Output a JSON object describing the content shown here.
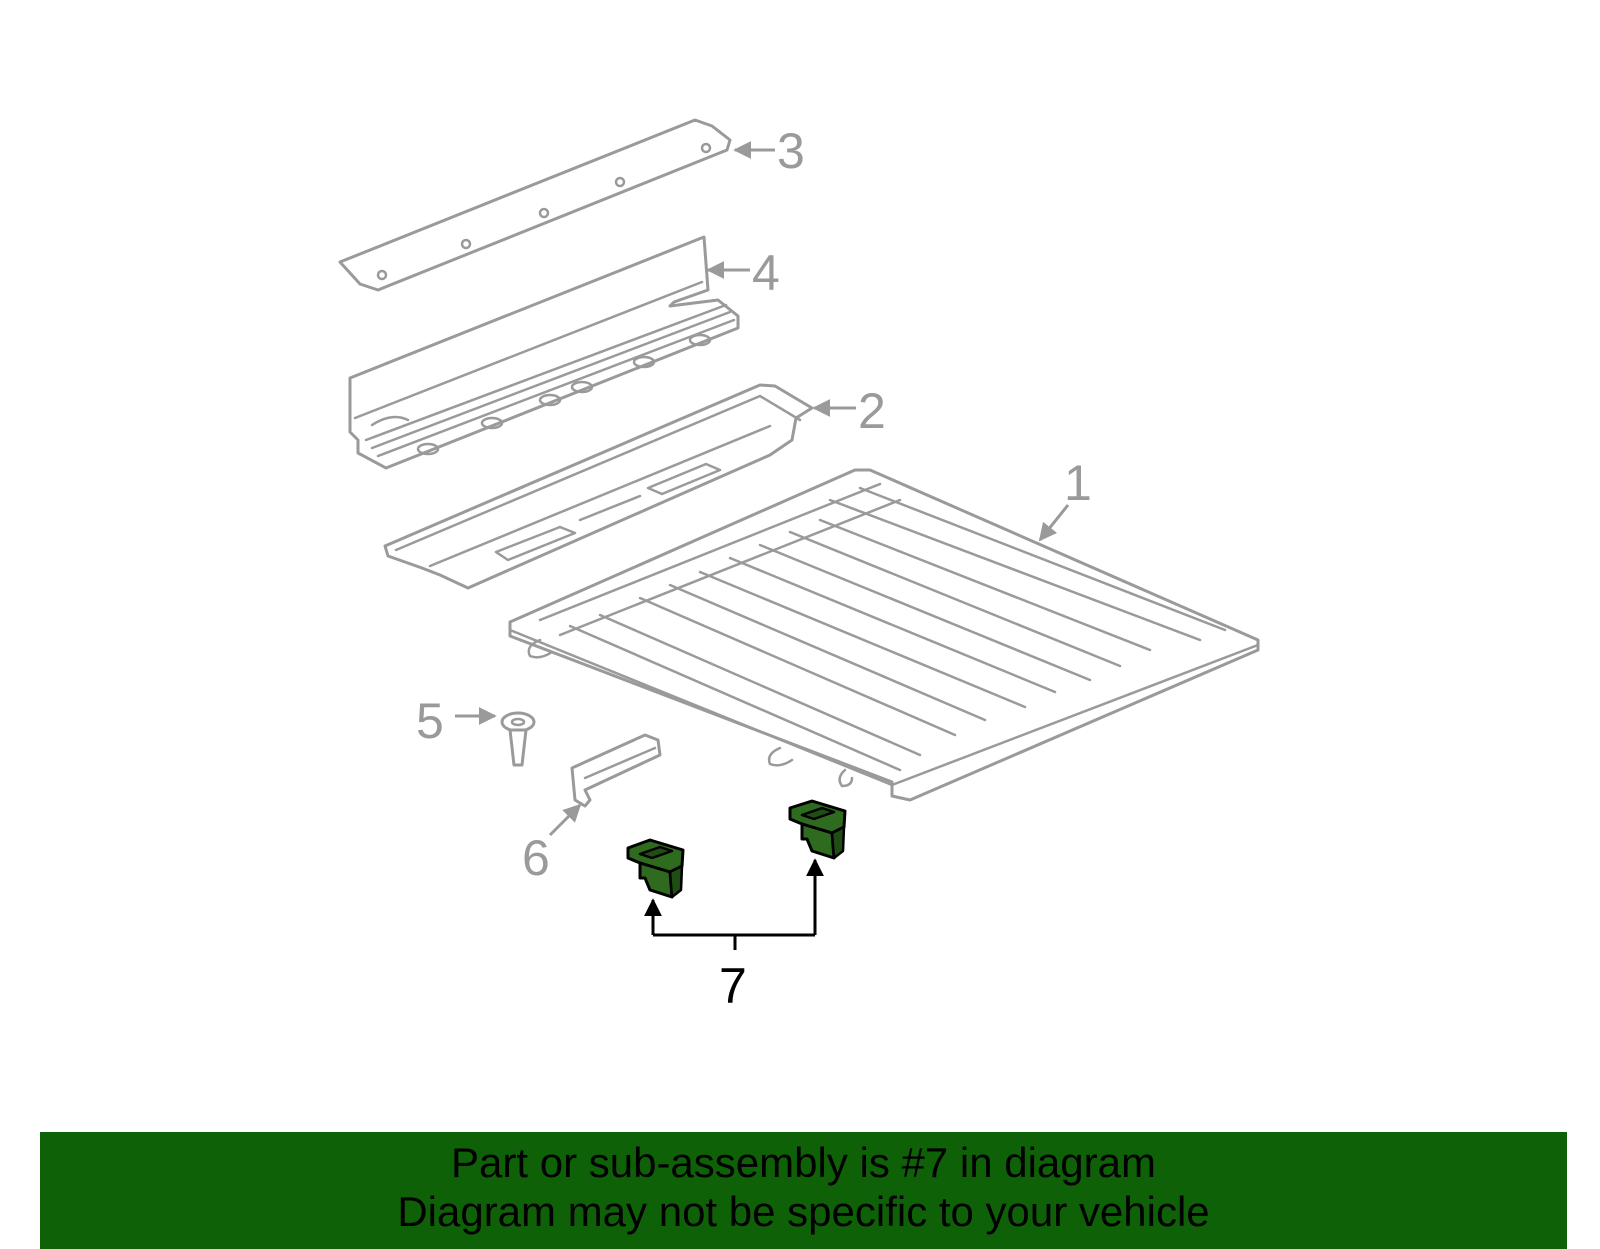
{
  "diagram": {
    "callouts": [
      "1",
      "2",
      "3",
      "4",
      "5",
      "6",
      "7"
    ],
    "highlight_color": "#2f6b1f",
    "line_color": "#9a9a9a"
  },
  "banner": {
    "line1": "Part or sub-assembly is #7 in diagram",
    "line2": "Diagram may not be specific to your vehicle",
    "background": "#0f6108"
  }
}
